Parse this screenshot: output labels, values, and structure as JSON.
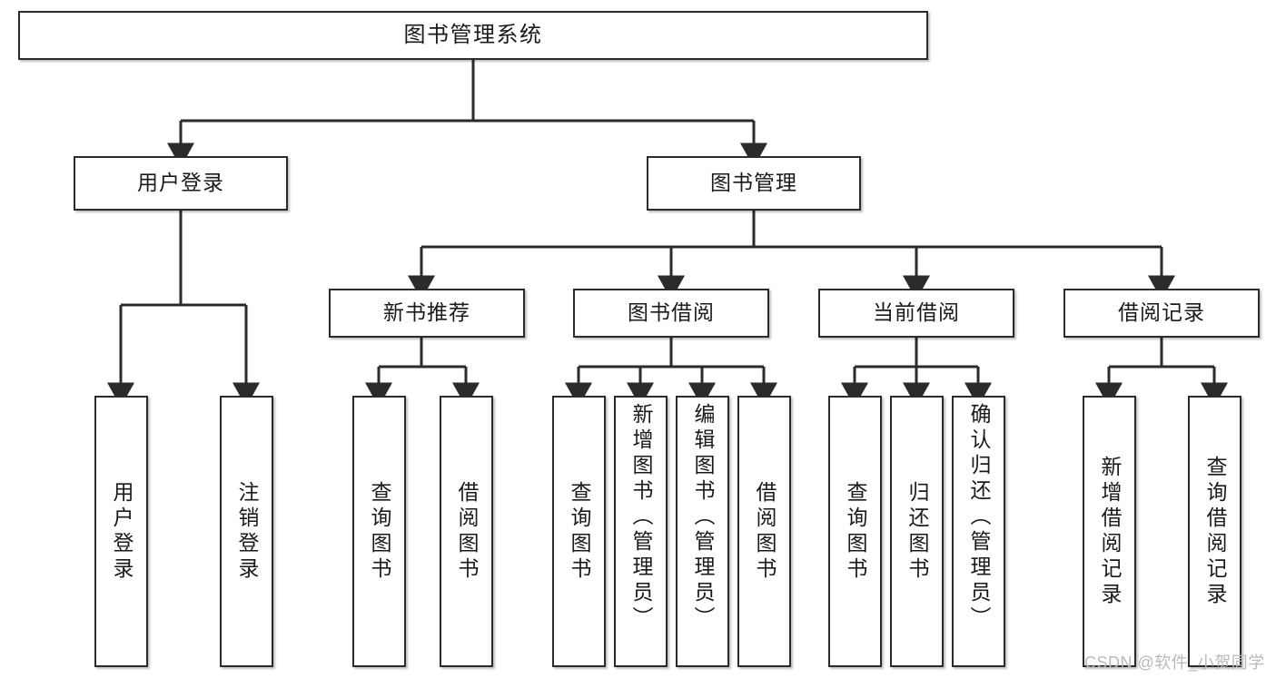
{
  "diagram": {
    "title": "图书管理系统",
    "watermark": "CSDN @软件_小贺同学",
    "colors": {
      "box_border": "#2b2b2b",
      "box_fill": "#ffffff",
      "connector": "#2b2b2b",
      "text": "#1a1a1a",
      "watermark": "#b9b9b9"
    },
    "levels": {
      "root": {
        "label": "图书管理系统"
      },
      "level2": [
        {
          "label": "用户登录"
        },
        {
          "label": "图书管理"
        }
      ],
      "level3": [
        {
          "label": "新书推荐"
        },
        {
          "label": "图书借阅"
        },
        {
          "label": "当前借阅"
        },
        {
          "label": "借阅记录"
        }
      ],
      "leaves": {
        "user_login": [
          {
            "label": "用户登录"
          },
          {
            "label": "注销登录"
          }
        ],
        "new_book_recommend": [
          {
            "label": "查询图书"
          },
          {
            "label": "借阅图书"
          }
        ],
        "book_borrow": [
          {
            "label": "查询图书"
          },
          {
            "label": "新增图书（管理员）"
          },
          {
            "label": "编辑图书（管理员）"
          },
          {
            "label": "借阅图书"
          }
        ],
        "current_borrow": [
          {
            "label": "查询图书"
          },
          {
            "label": "归还图书"
          },
          {
            "label": "确认归还（管理员）"
          }
        ],
        "borrow_record": [
          {
            "label": "新增借阅记录"
          },
          {
            "label": "查询借阅记录"
          }
        ]
      }
    }
  }
}
